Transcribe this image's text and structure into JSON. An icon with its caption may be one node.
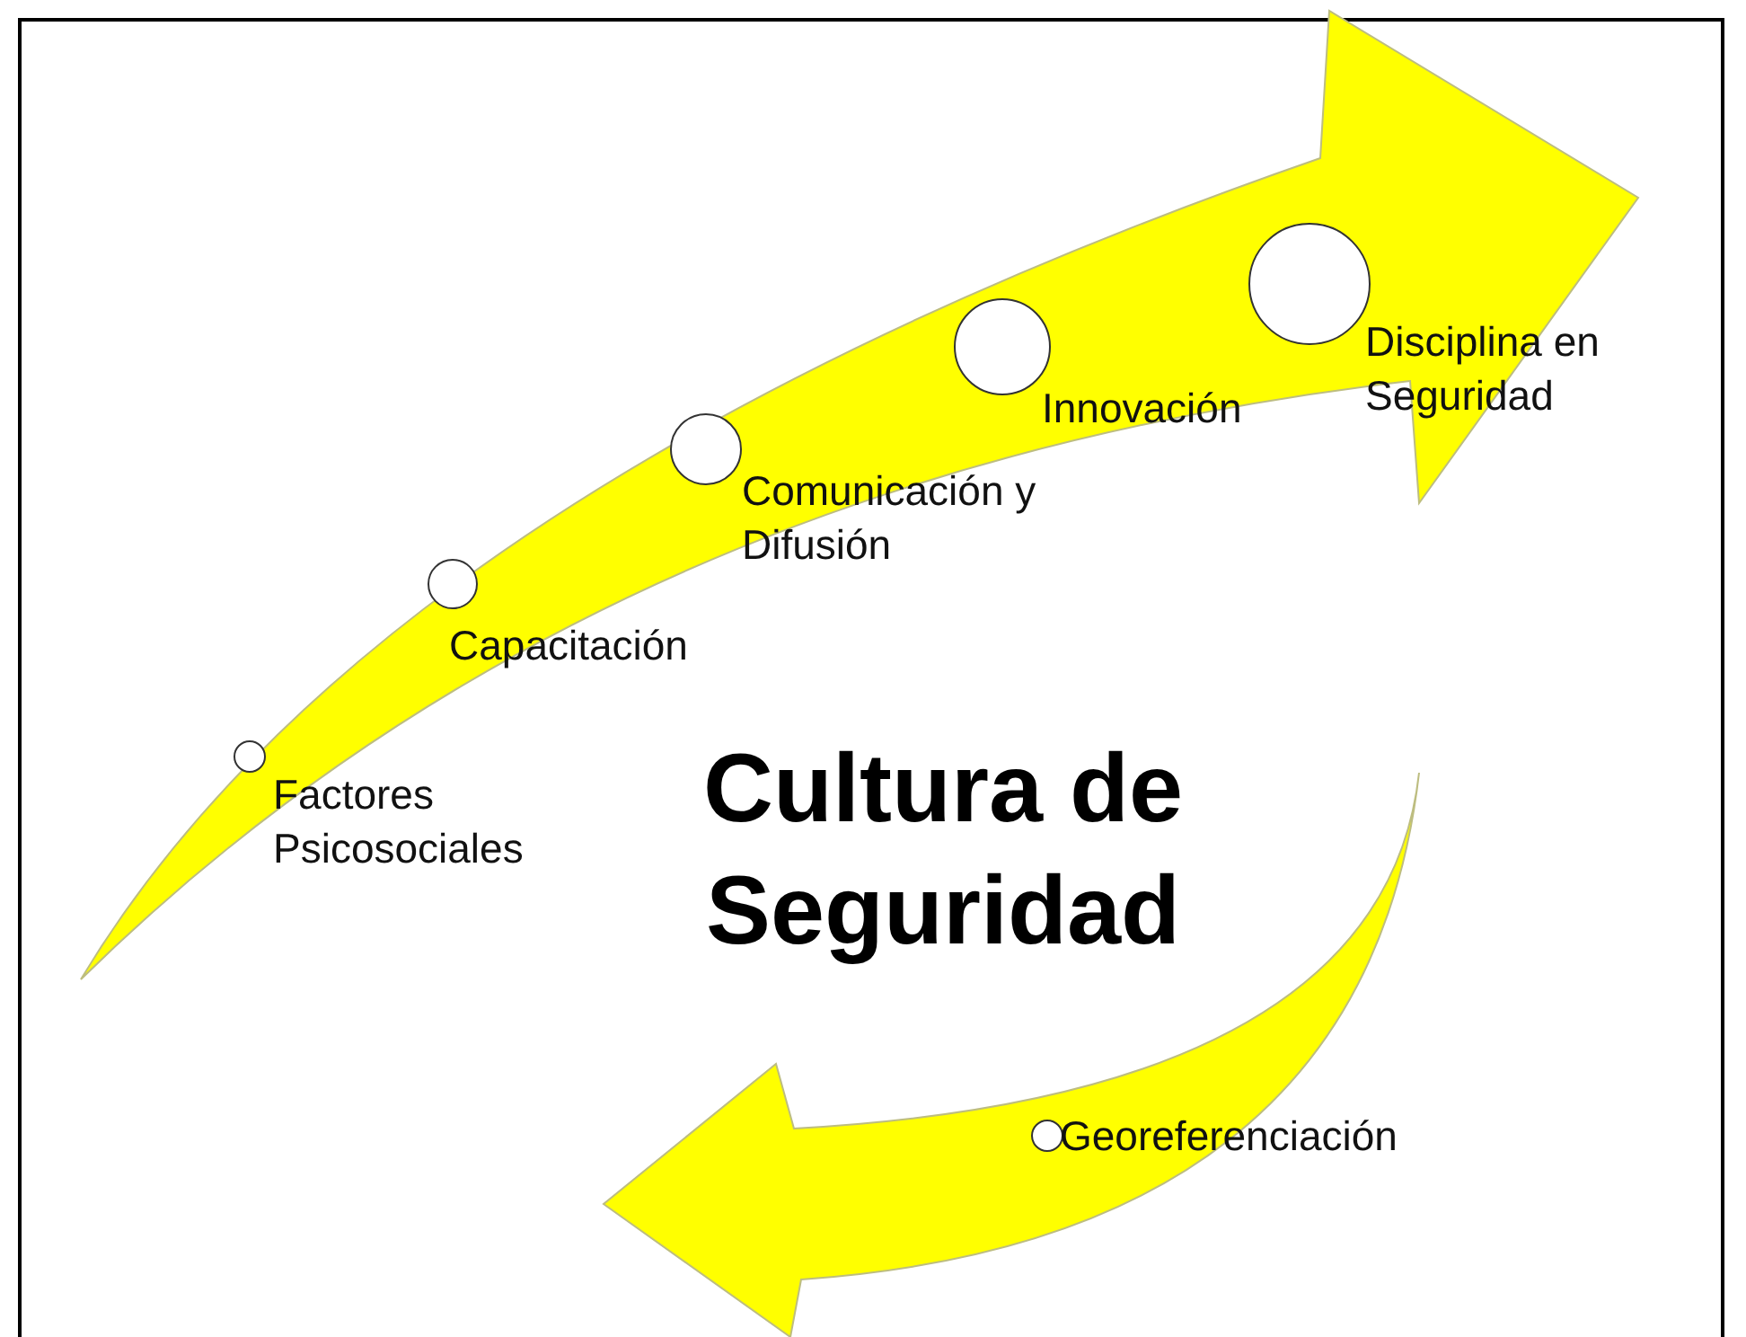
{
  "diagram": {
    "title": "Cultura de Seguridad",
    "nodes": [
      {
        "text": [],
        "shape": "arrow"
      },
      {
        "text": [],
        "shape": "circle",
        "in": 0,
        "beside": [
          "Factores Psicosociales"
        ]
      },
      {
        "text": [],
        "shape": "circle",
        "in": 0,
        "beside": [
          "Capacitación"
        ]
      },
      {
        "text": [],
        "shape": "circle",
        "in": 0,
        "beside": [
          "Comunicación y Difusión"
        ]
      },
      {
        "text": [],
        "shape": "circle",
        "in": 0,
        "beside": [
          "Innovación"
        ]
      },
      {
        "text": [],
        "shape": "circle",
        "in": 0,
        "beside": [
          "Disciplina en Seguridad"
        ]
      },
      {
        "text": [],
        "shape": "arrow"
      },
      {
        "text": [],
        "shape": "circle",
        "in": 6,
        "beside": [
          "Georeferenciación"
        ]
      }
    ]
  }
}
